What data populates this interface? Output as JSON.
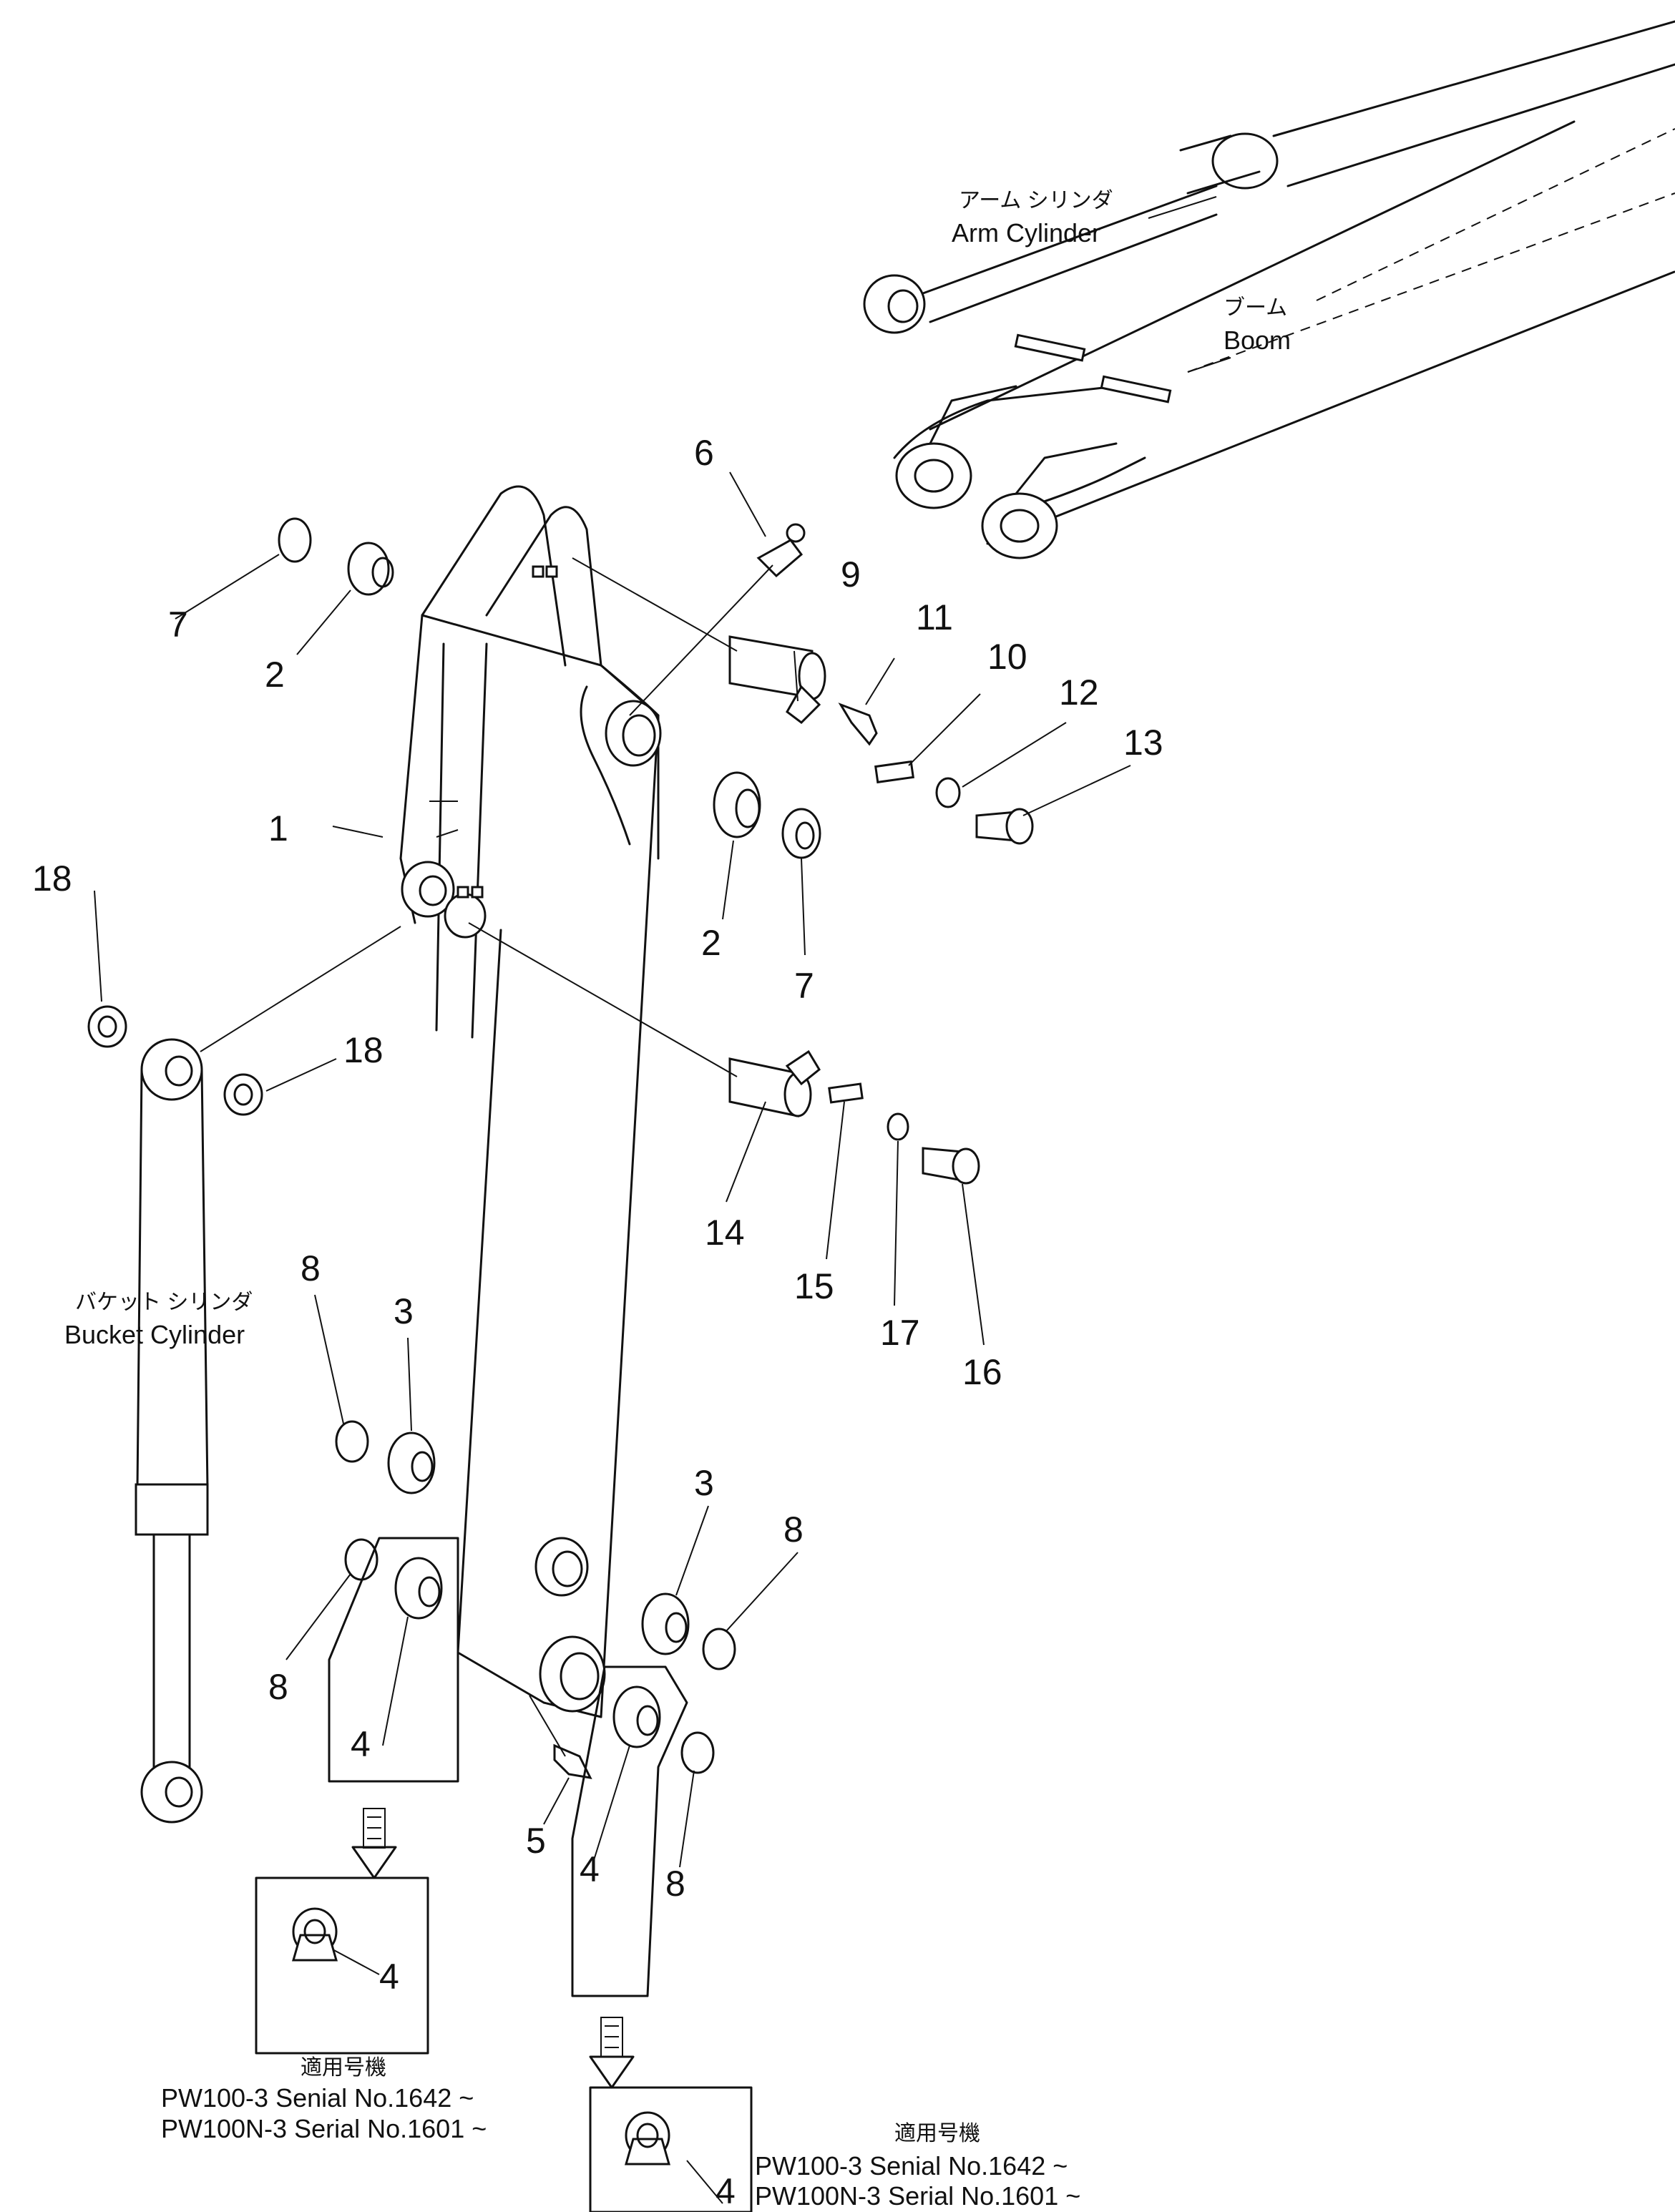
{
  "labels": {
    "arm_cylinder_jp": "アーム シリンダ",
    "arm_cylinder_en": "Arm Cylinder",
    "boom_jp": "ブーム",
    "boom_en": "Boom",
    "bucket_cylinder_jp": "バケット シリンダ",
    "bucket_cylinder_en": "Bucket Cylinder"
  },
  "callouts": [
    "1",
    "2",
    "2",
    "3",
    "3",
    "4",
    "4",
    "4",
    "4",
    "5",
    "6",
    "7",
    "7",
    "8",
    "8",
    "8",
    "8",
    "9",
    "10",
    "11",
    "12",
    "13",
    "14",
    "15",
    "16",
    "17",
    "18",
    "18"
  ],
  "applicability": [
    {
      "heading": "適用号機",
      "line1": "PW100-3 Senial No.1642 ~",
      "line2": "PW100N-3 Serial No.1601 ~"
    },
    {
      "heading": "適用号機",
      "line1": "PW100-3 Senial No.1642 ~",
      "line2": "PW100N-3 Serial No.1601 ~"
    }
  ]
}
